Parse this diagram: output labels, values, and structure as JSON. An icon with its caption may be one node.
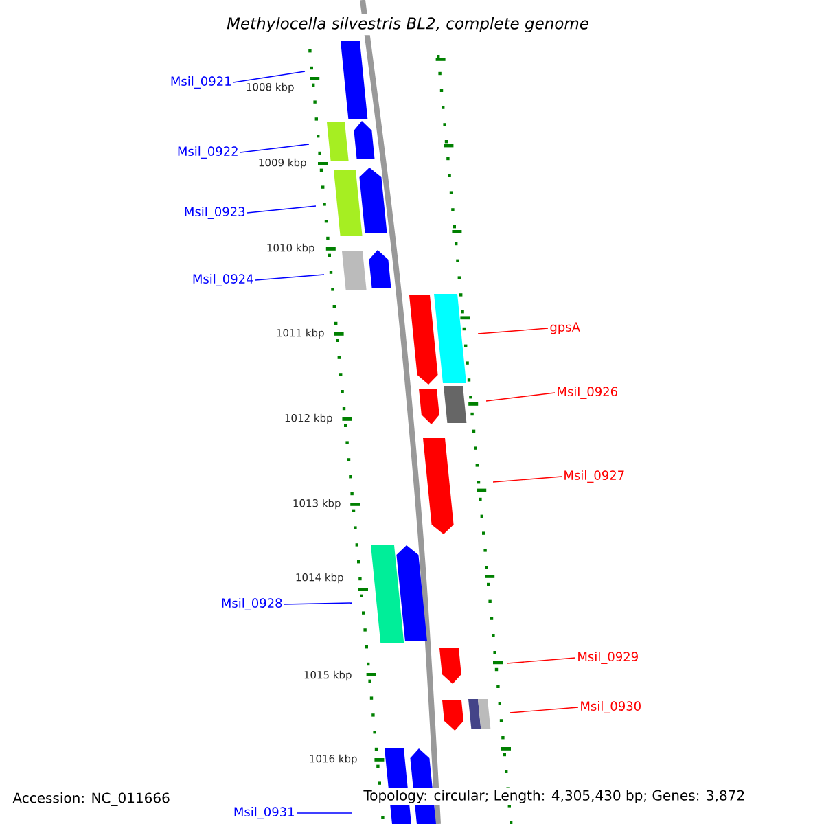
{
  "diagram": {
    "title": "Methylocella silvestris BL2, complete genome",
    "nodes": [
      {
        "text": [
          "Msil_0921"
        ]
      },
      {
        "text": [
          "Msil_0922"
        ]
      },
      {
        "text": [
          "Msil_0923"
        ]
      },
      {
        "text": [
          "Msil_0924"
        ]
      },
      {
        "text": [
          "gpsA"
        ]
      },
      {
        "text": [
          "Msil_0926"
        ]
      },
      {
        "text": [
          "Msil_0927"
        ]
      },
      {
        "text": [
          "Msil_0928"
        ]
      },
      {
        "text": [
          "Msil_0929"
        ]
      },
      {
        "text": [
          "Msil_0930"
        ]
      },
      {
        "text": [
          "Msil_0931"
        ]
      }
    ],
    "edges": [
      {
        "from": 0,
        "to": null,
        "arrow": "none"
      },
      {
        "from": 1,
        "to": null,
        "arrow": "none"
      },
      {
        "from": 2,
        "to": null,
        "arrow": "none"
      },
      {
        "from": 3,
        "to": null,
        "arrow": "none"
      },
      {
        "from": 4,
        "to": null,
        "arrow": "none",
        "color": "#ff0000"
      },
      {
        "from": 5,
        "to": null,
        "arrow": "none",
        "color": "#ff0000"
      },
      {
        "from": 6,
        "to": null,
        "arrow": "none",
        "color": "#ff0000"
      },
      {
        "from": 7,
        "to": null,
        "arrow": "none"
      },
      {
        "from": 8,
        "to": null,
        "arrow": "none",
        "color": "#ff0000"
      },
      {
        "from": 9,
        "to": null,
        "arrow": "none",
        "color": "#ff0000"
      },
      {
        "from": 10,
        "to": null,
        "arrow": "none"
      }
    ],
    "labels": [
      "1008 kbp",
      "1009 kbp",
      "1010 kbp",
      "1011 kbp",
      "1012 kbp",
      "1013 kbp",
      "1014 kbp",
      "1015 kbp",
      "1016 kbp",
      "Accession: NC_011666",
      "Topology: circular; Length: 4,305,430 bp; Genes: 3,872"
    ]
  }
}
